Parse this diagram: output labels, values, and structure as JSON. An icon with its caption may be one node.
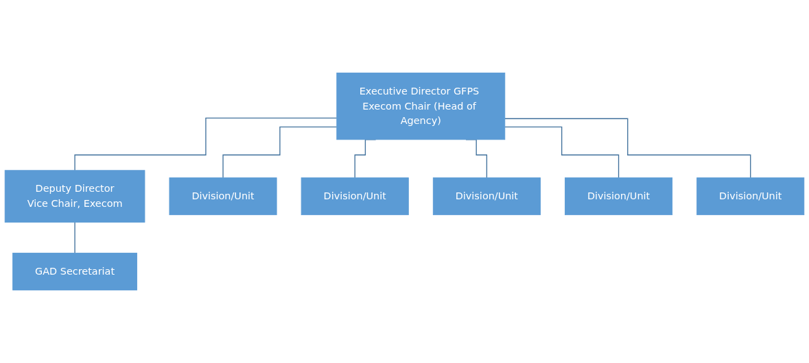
{
  "diagram": {
    "nodes": [
      {
        "text": [
          "Executive Director GFPS Execom Chair (Head of Agency)"
        ]
      },
      {
        "text": [
          "Deputy Director",
          "Vice Chair, Execom"
        ]
      },
      {
        "text": [
          "GAD Secretariat"
        ]
      },
      {
        "text": [
          "Division/Unit"
        ]
      },
      {
        "text": [
          "Division/Unit"
        ]
      },
      {
        "text": [
          "Division/Unit"
        ]
      },
      {
        "text": [
          "Division/Unit"
        ]
      },
      {
        "text": [
          "Division/Unit"
        ]
      }
    ],
    "edges": [
      {
        "from": 0,
        "to": 1,
        "arrow": "none"
      },
      {
        "from": 1,
        "to": 2,
        "arrow": "none"
      },
      {
        "from": 0,
        "to": 3,
        "arrow": "none"
      },
      {
        "from": 0,
        "to": 4,
        "arrow": "none"
      },
      {
        "from": 0,
        "to": 5,
        "arrow": "none"
      },
      {
        "from": 0,
        "to": 6,
        "arrow": "none"
      },
      {
        "from": 0,
        "to": 7,
        "arrow": "none"
      }
    ]
  }
}
